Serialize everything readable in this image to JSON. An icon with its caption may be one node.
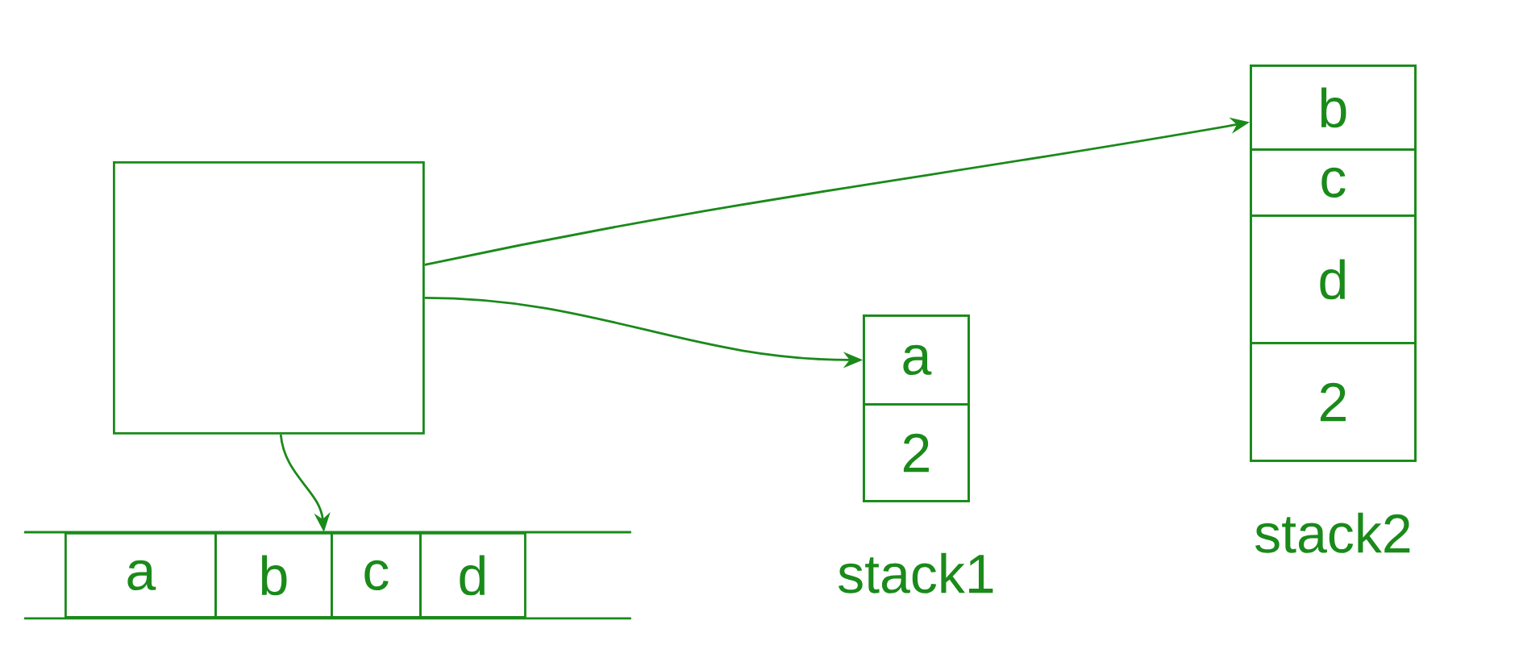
{
  "diagram": {
    "nodes": [
      {
        "text": [],
        "shape": "box"
      },
      {
        "text": [],
        "shape": "bar"
      },
      {
        "text": [
          "a"
        ],
        "in": 1
      },
      {
        "text": [
          "b"
        ],
        "in": 1
      },
      {
        "text": [
          "c"
        ],
        "in": 1
      },
      {
        "text": [
          "d"
        ],
        "in": 1
      },
      {
        "text": [],
        "shape": "box",
        "beside": [
          "stack1"
        ]
      },
      {
        "text": [
          "a"
        ],
        "in": 6
      },
      {
        "text": [
          "2"
        ],
        "in": 6
      },
      {
        "text": [],
        "shape": "box",
        "beside": [
          "stack2"
        ]
      },
      {
        "text": [
          "b"
        ],
        "in": 9
      },
      {
        "text": [
          "c"
        ],
        "in": 9
      },
      {
        "text": [
          "d"
        ],
        "in": 9
      },
      {
        "text": [
          "2"
        ],
        "in": 9
      }
    ],
    "edges": [
      {
        "from": 0,
        "to": 1,
        "arrow": "to"
      },
      {
        "from": 0,
        "to": 7,
        "arrow": "to"
      },
      {
        "from": 0,
        "to": 10,
        "arrow": "to"
      }
    ]
  }
}
